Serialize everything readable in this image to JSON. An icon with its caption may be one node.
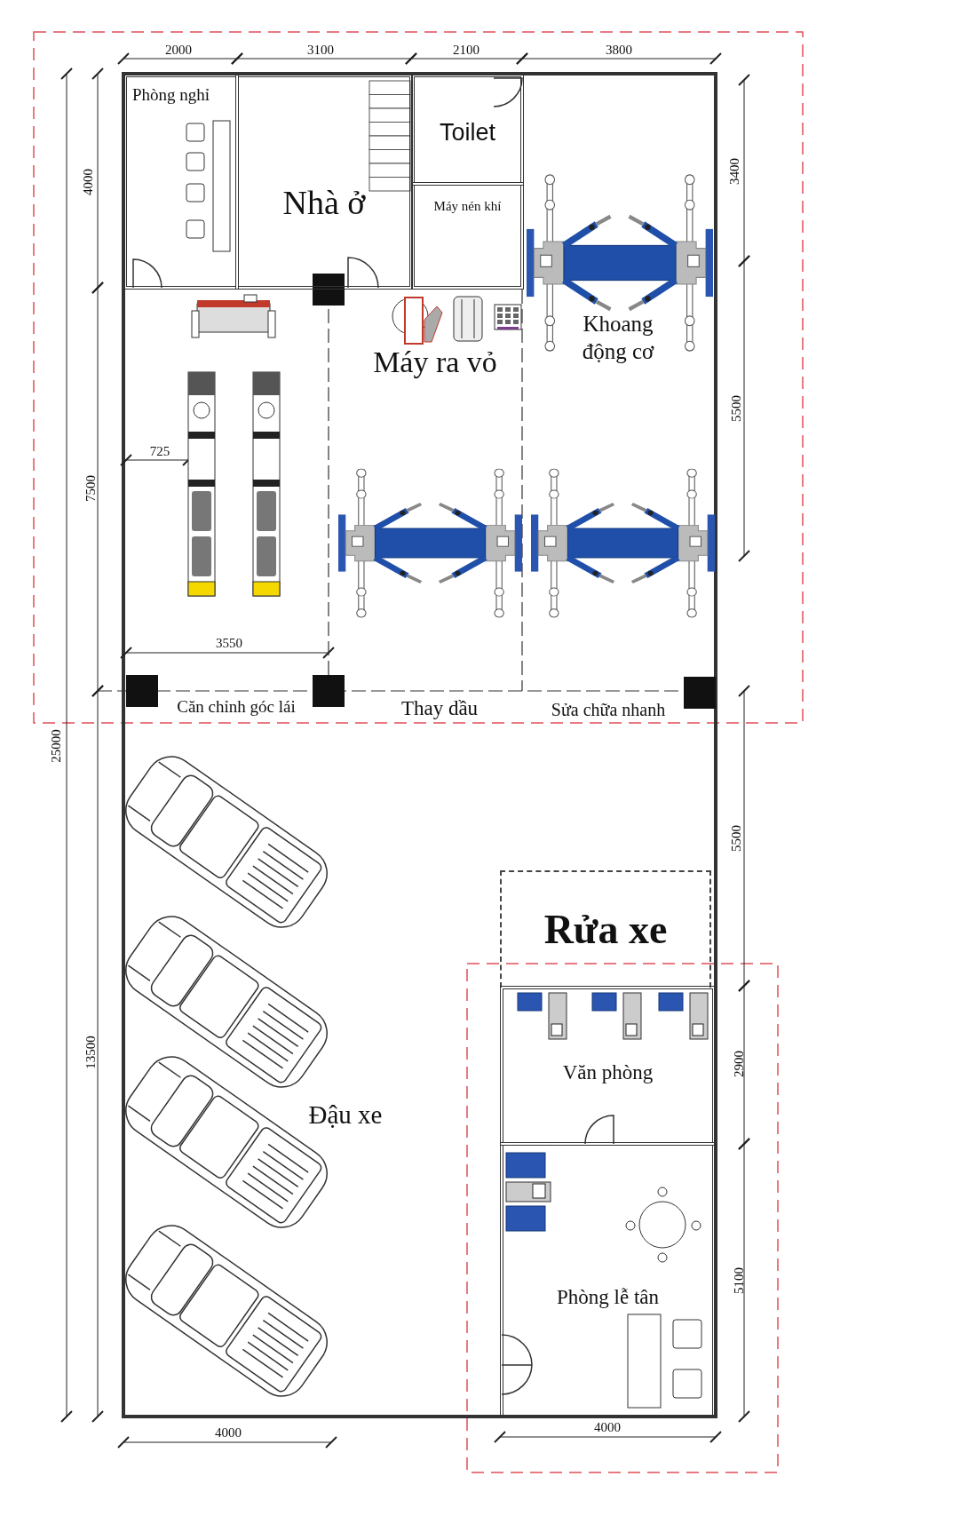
{
  "diagram": {
    "nodes": [
      {
        "text": [
          "Phòng nghỉ"
        ]
      },
      {
        "text": [
          "Nhà ở"
        ]
      },
      {
        "text": [
          "Toilet"
        ]
      },
      {
        "text": [
          "Máy nén khí"
        ]
      },
      {
        "text": [
          "Rửa xe"
        ]
      },
      {
        "text": [
          "Văn phòng"
        ]
      },
      {
        "text": [
          "Phòng lễ tân"
        ]
      }
    ],
    "labels": [
      "2000",
      "3100",
      "2100",
      "3800",
      "3400",
      "4000",
      "Máy ra vỏ",
      "Khoang động cơ",
      "5500",
      "725",
      "7500",
      "3550",
      "Căn chỉnh góc lái",
      "Thay dầu",
      "Sửa chữa nhanh",
      "25000",
      "5500",
      "13500",
      "Đậu xe",
      "2900",
      "5100",
      "4000",
      "4000"
    ]
  }
}
